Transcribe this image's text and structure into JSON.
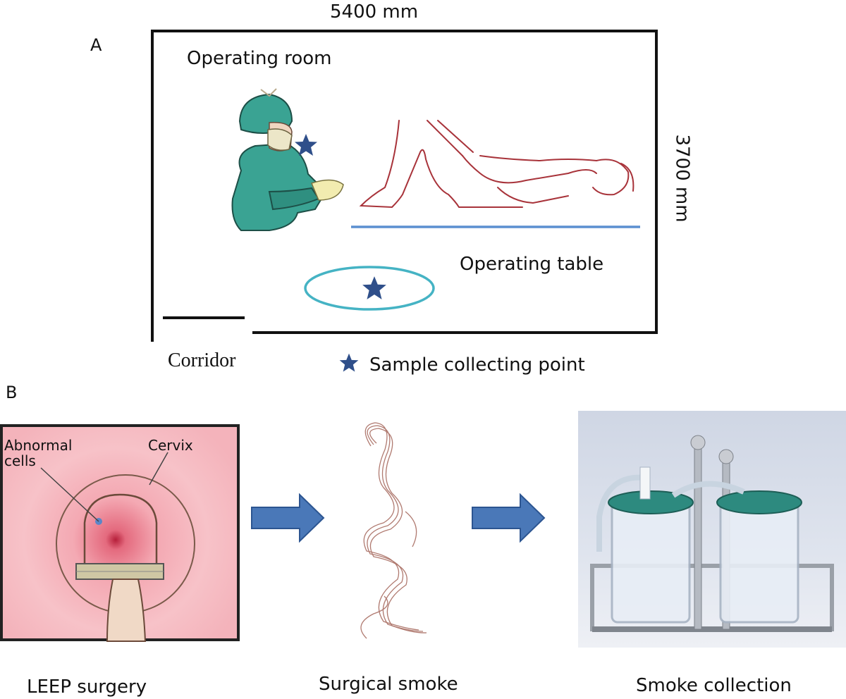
{
  "panel_a": {
    "label": "A",
    "width_label": "5400 mm",
    "height_label": "3700 mm",
    "room_label": "Operating room",
    "table_label": "Operating table",
    "corridor_label": "Corridor",
    "legend_label": "Sample collecting point"
  },
  "panel_b": {
    "label": "B",
    "leep_caption": "LEEP surgery",
    "smoke_caption": "Surgical smoke",
    "collection_caption": "Smoke collection",
    "abnormal_cells_label_line1": "Abnormal",
    "abnormal_cells_label_line2": "cells",
    "cervix_label": "Cervix"
  },
  "colors": {
    "star": "#2f4f8a",
    "ellipse": "#45b3c4",
    "table_line": "#5b8fd0",
    "arrow": "#4a78b8",
    "scrubs": "#3aa393",
    "patient_line": "#a8333a"
  }
}
